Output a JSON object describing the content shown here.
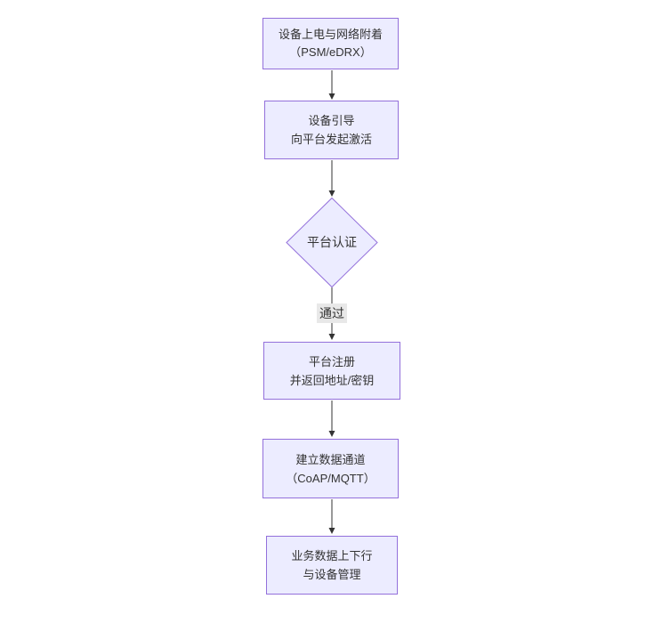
{
  "diagram": {
    "type": "flowchart",
    "direction": "top-down",
    "nodes": [
      {
        "id": "A",
        "shape": "rect",
        "lines": [
          "设备上电与网络附着",
          "（PSM/eDRX）"
        ]
      },
      {
        "id": "B",
        "shape": "rect",
        "lines": [
          "设备引导",
          "向平台发起激活"
        ]
      },
      {
        "id": "C",
        "shape": "diamond",
        "lines": [
          "平台认证"
        ]
      },
      {
        "id": "D",
        "shape": "rect",
        "lines": [
          "平台注册",
          "并返回地址/密钥"
        ]
      },
      {
        "id": "E",
        "shape": "rect",
        "lines": [
          "建立数据通道",
          "（CoAP/MQTT）"
        ]
      },
      {
        "id": "F",
        "shape": "rect",
        "lines": [
          "业务数据上下行",
          "与设备管理"
        ]
      }
    ],
    "edges": [
      {
        "from": "A",
        "to": "B",
        "label": ""
      },
      {
        "from": "B",
        "to": "C",
        "label": ""
      },
      {
        "from": "C",
        "to": "D",
        "label": "通过"
      },
      {
        "from": "D",
        "to": "E",
        "label": ""
      },
      {
        "from": "E",
        "to": "F",
        "label": ""
      }
    ],
    "colors": {
      "node_fill": "#ECECFF",
      "node_border": "#9370DB",
      "arrow": "#333333",
      "text": "#333333",
      "edge_label_bg": "#e8e8e8",
      "canvas_bg": "#ffffff"
    }
  }
}
